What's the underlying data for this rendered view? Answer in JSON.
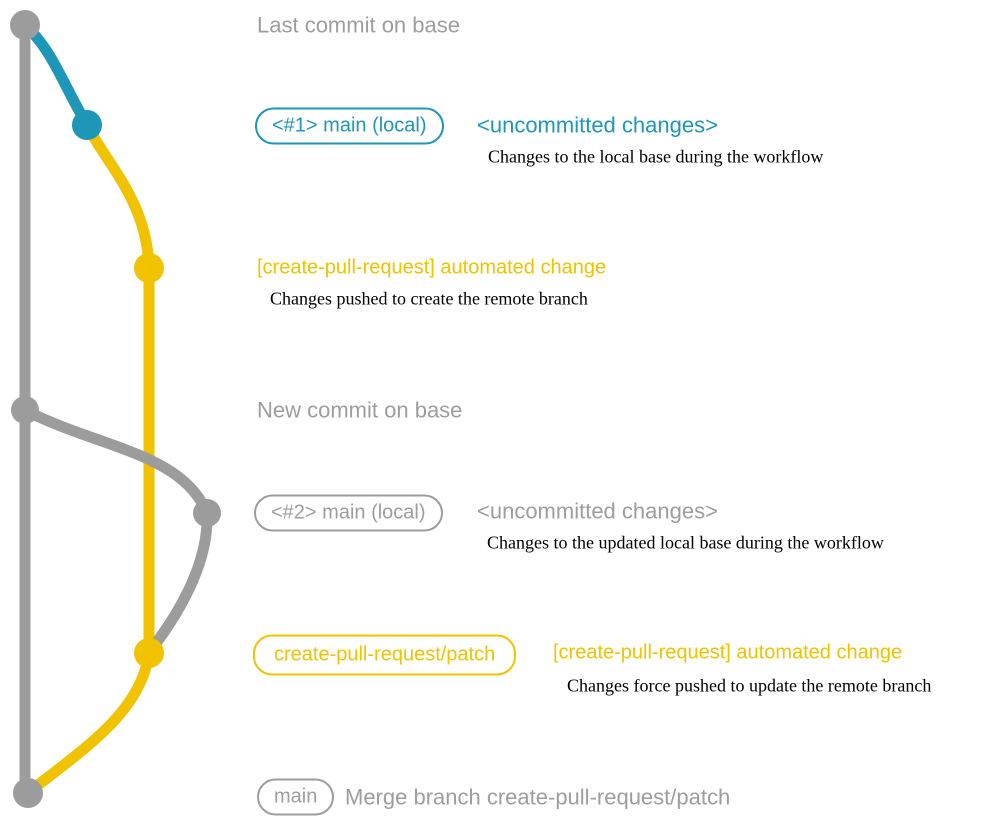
{
  "colors": {
    "teal": "#1e96b8",
    "yellow": "#f0c200",
    "gray": "#9c9c9c",
    "gray_text": "#9d9d9d",
    "black": "#000000"
  },
  "annotations": {
    "last_commit": "Last commit on base",
    "new_commit": "New commit on base"
  },
  "rows": {
    "local1": {
      "badge": "<#1> main (local)",
      "status": "<uncommitted changes>",
      "description": "Changes to the local base during the workflow"
    },
    "remote1": {
      "title": "[create-pull-request] automated change",
      "description": "Changes pushed to create the remote branch"
    },
    "local2": {
      "badge": "<#2> main (local)",
      "status": "<uncommitted changes>",
      "description": "Changes to the updated local base during the workflow"
    },
    "remote2": {
      "badge": "create-pull-request/patch",
      "title": "[create-pull-request] automated change",
      "description": "Changes force pushed to update the remote branch"
    },
    "merge": {
      "badge": "main",
      "description": "Merge branch create-pull-request/patch"
    }
  },
  "graph": {
    "branches": [
      {
        "id": "base",
        "color": "gray"
      },
      {
        "id": "local-main",
        "color": "teal"
      },
      {
        "id": "create-pull-request-patch",
        "color": "yellow"
      }
    ],
    "nodes": [
      {
        "id": "base-last-commit",
        "color": "gray"
      },
      {
        "id": "local-commit-1",
        "color": "teal"
      },
      {
        "id": "patch-commit-1",
        "color": "yellow"
      },
      {
        "id": "base-new-commit",
        "color": "gray"
      },
      {
        "id": "local-commit-2",
        "color": "gray"
      },
      {
        "id": "patch-commit-2",
        "color": "yellow"
      },
      {
        "id": "merge-commit",
        "color": "gray"
      }
    ]
  }
}
